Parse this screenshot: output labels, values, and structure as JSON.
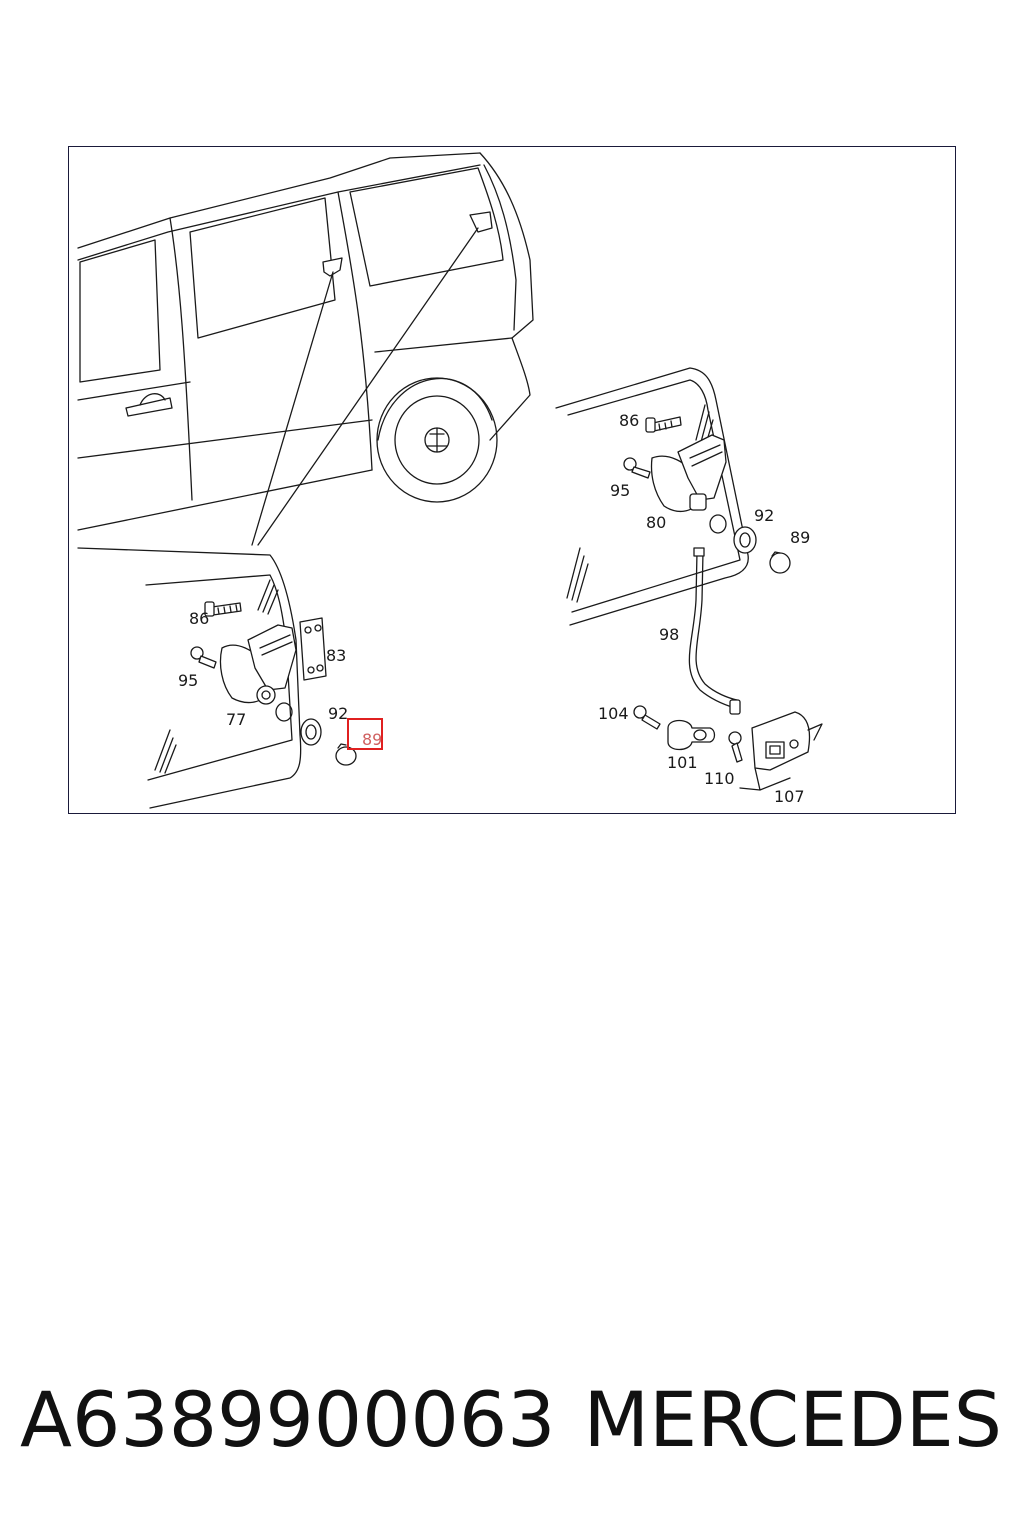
{
  "diagram": {
    "callouts_left": {
      "c86": "86",
      "c95": "95",
      "c83": "83",
      "c77": "77",
      "c92": "92",
      "c89": "89"
    },
    "callouts_right": {
      "c86": "86",
      "c95": "95",
      "c80": "80",
      "c92": "92",
      "c89": "89",
      "c98": "98",
      "c104": "104",
      "c101": "101",
      "c110": "110",
      "c107": "107"
    },
    "highlighted_callout": "89",
    "highlight_color": "#e02020"
  },
  "footer": {
    "part_number": "A6389900063",
    "brand": "MERCEDES"
  }
}
